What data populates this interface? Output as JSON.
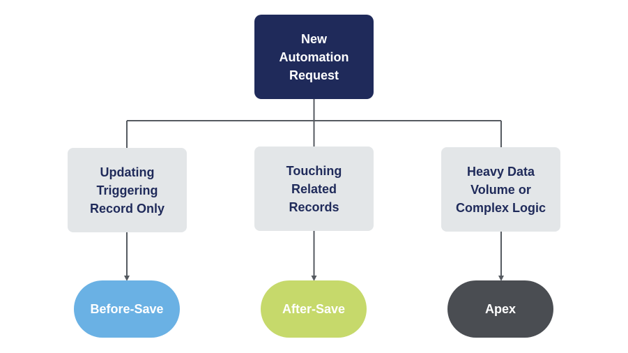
{
  "colors": {
    "root_fill": "#1f2a5a",
    "root_text": "#ffffff",
    "condition_fill": "#e3e6e8",
    "condition_text": "#1f2a5a",
    "connector": "#555a60",
    "outcome_before_save": "#6ab1e4",
    "outcome_after_save": "#c6d96b",
    "outcome_apex": "#4a4d52",
    "outcome_text": "#ffffff"
  },
  "root": {
    "label": "New\nAutomation\nRequest"
  },
  "conditions": [
    {
      "label": "Updating\nTriggering\nRecord Only"
    },
    {
      "label": "Touching\nRelated\nRecords"
    },
    {
      "label": "Heavy Data\nVolume or\nComplex Logic"
    }
  ],
  "outcomes": [
    {
      "label": "Before-Save",
      "color_key": "outcome_before_save"
    },
    {
      "label": "After-Save",
      "color_key": "outcome_after_save"
    },
    {
      "label": "Apex",
      "color_key": "outcome_apex"
    }
  ]
}
